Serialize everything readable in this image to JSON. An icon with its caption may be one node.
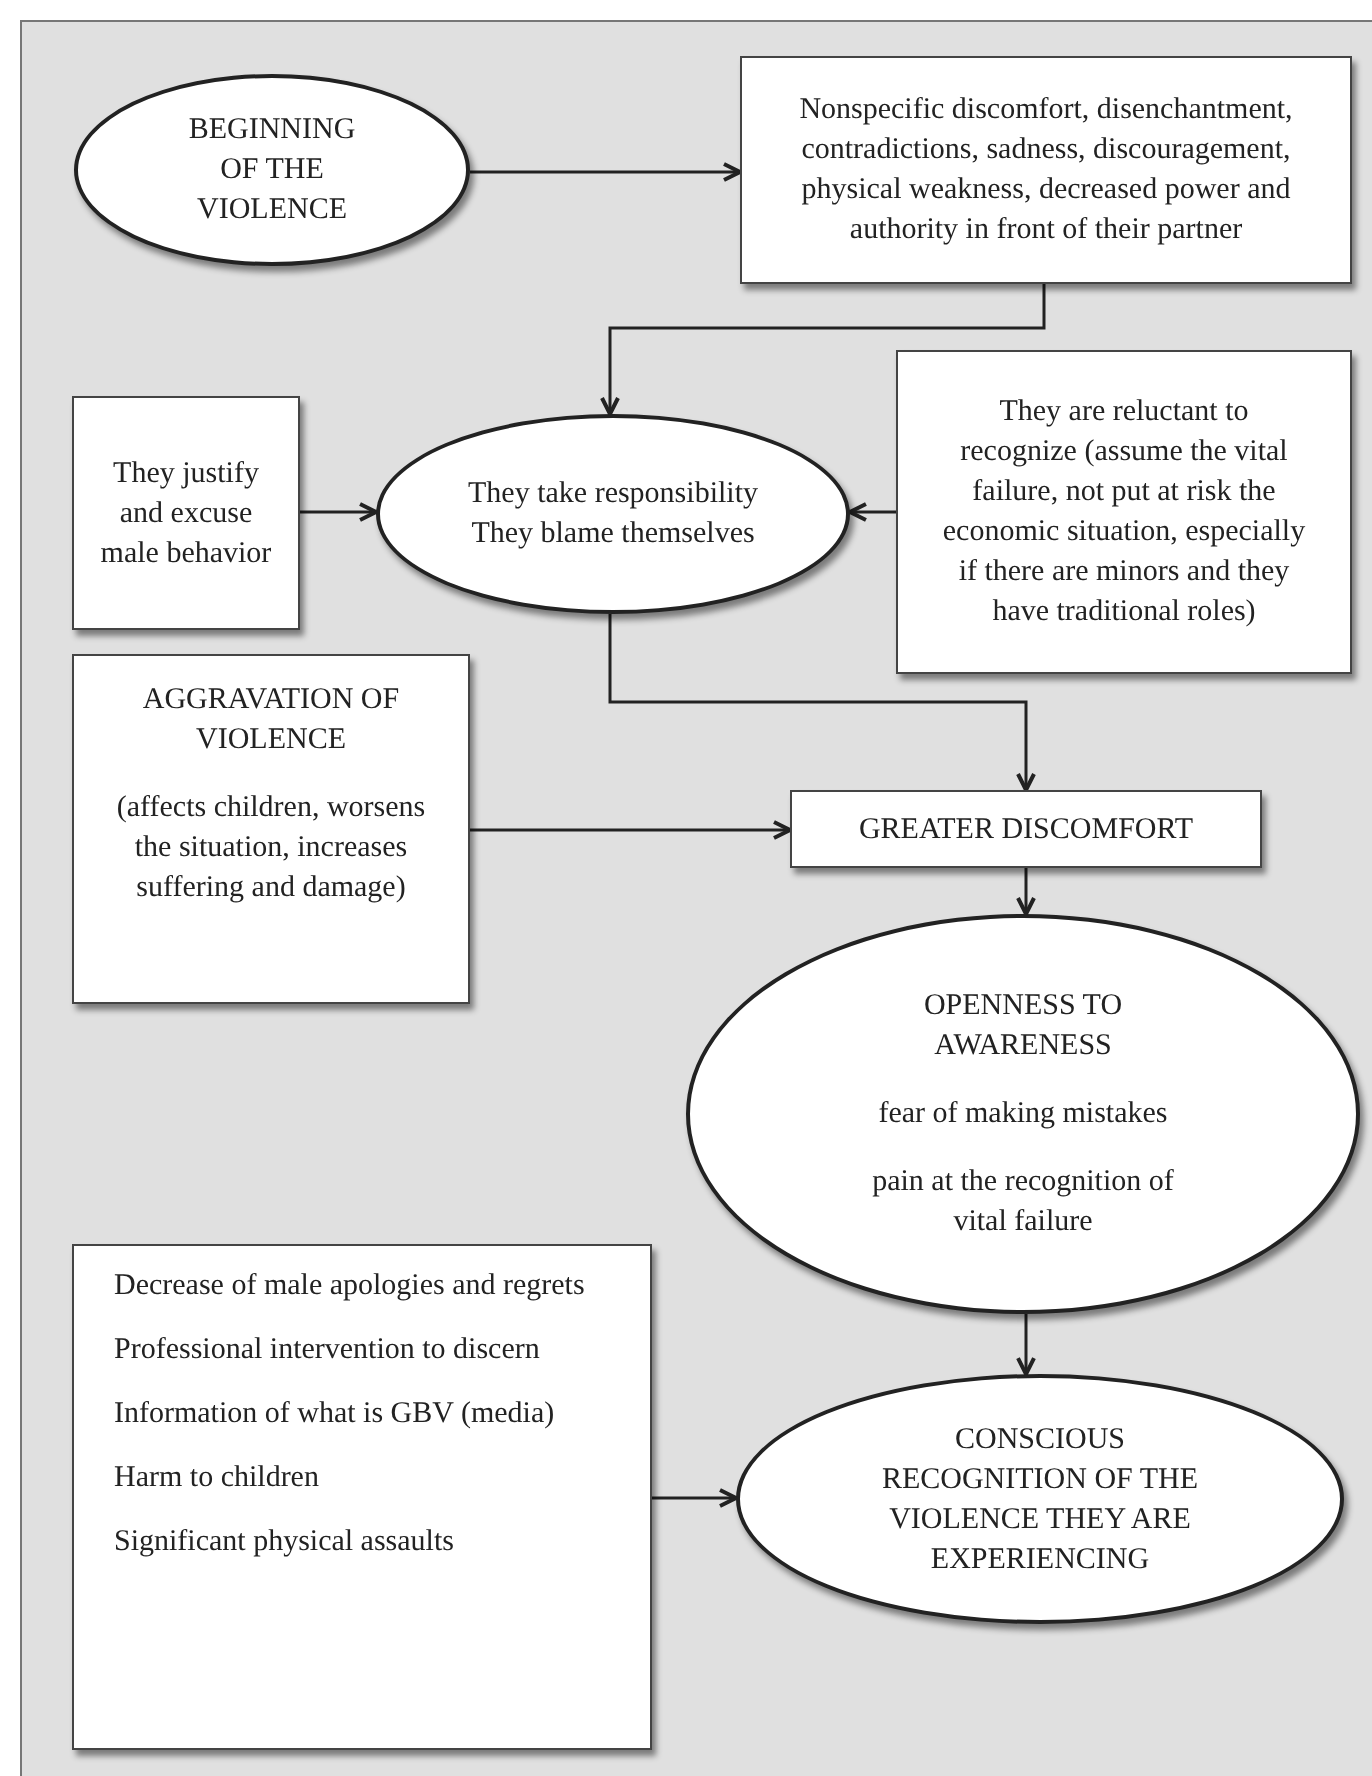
{
  "diagram": {
    "nodes": [
      {
        "text": [
          "BEGINNING OF THE VIOLENCE"
        ]
      },
      {
        "text": [
          "Nonspecific discomfort, disenchantment, contradictions, sadness, discouragement, physical weakness, decreased power and authority in front of their partner"
        ]
      },
      {
        "text": [
          "They justify and excuse male behavior"
        ]
      },
      {
        "text": [
          "They take responsibility",
          "They blame themselves"
        ]
      },
      {
        "text": [
          "They are reluctant to recognize (assume the vital failure, not put at risk the economic situation, especially if there are minors and they have traditional roles)"
        ]
      },
      {
        "text": [
          "AGGRAVATION OF VIOLENCE",
          "(affects children, worsens the situation, increases suffering and damage)"
        ]
      },
      {
        "text": [
          "GREATER DISCOMFORT"
        ]
      },
      {
        "text": [
          "OPENNESS TO AWARENESS",
          "fear of making mistakes",
          "pain at the recognition of vital failure"
        ]
      },
      {
        "text": [
          "Decrease of male apologies and regrets",
          "Professional intervention to discern",
          "Information of what is GBV (media)",
          "Harm to children",
          "Significant physical assaults"
        ]
      },
      {
        "text": [
          "CONSCIOUS RECOGNITION OF THE VIOLENCE THEY ARE EXPERIENCING"
        ]
      }
    ],
    "edges": [
      {
        "from": 0,
        "to": 1,
        "arrow": "to"
      },
      {
        "from": 1,
        "to": 3,
        "arrow": "to"
      },
      {
        "from": 2,
        "to": 3,
        "arrow": "to"
      },
      {
        "from": 4,
        "to": 3,
        "arrow": "to"
      },
      {
        "from": 3,
        "to": 6,
        "arrow": "to"
      },
      {
        "from": 5,
        "to": 6,
        "arrow": "to"
      },
      {
        "from": 6,
        "to": 7,
        "arrow": "to"
      },
      {
        "from": 7,
        "to": 9,
        "arrow": "to"
      },
      {
        "from": 8,
        "to": 9,
        "arrow": "to"
      }
    ]
  }
}
